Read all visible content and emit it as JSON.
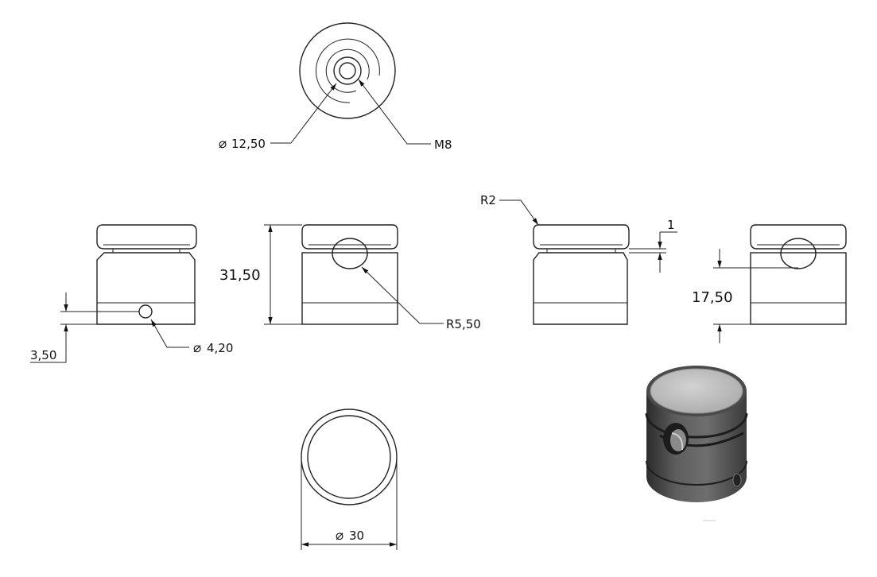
{
  "dimensions": {
    "diameter_symbol": "⌀",
    "inner_diameter": "12,50",
    "thread": "M8",
    "height": "31,50",
    "slot_radius": "R5,50",
    "fillet_radius": "R2",
    "groove_depth": "1",
    "hole_offset": "3,50",
    "hole_diameter": "4,20",
    "slot_height": "17,50",
    "outer_diameter": "30"
  }
}
